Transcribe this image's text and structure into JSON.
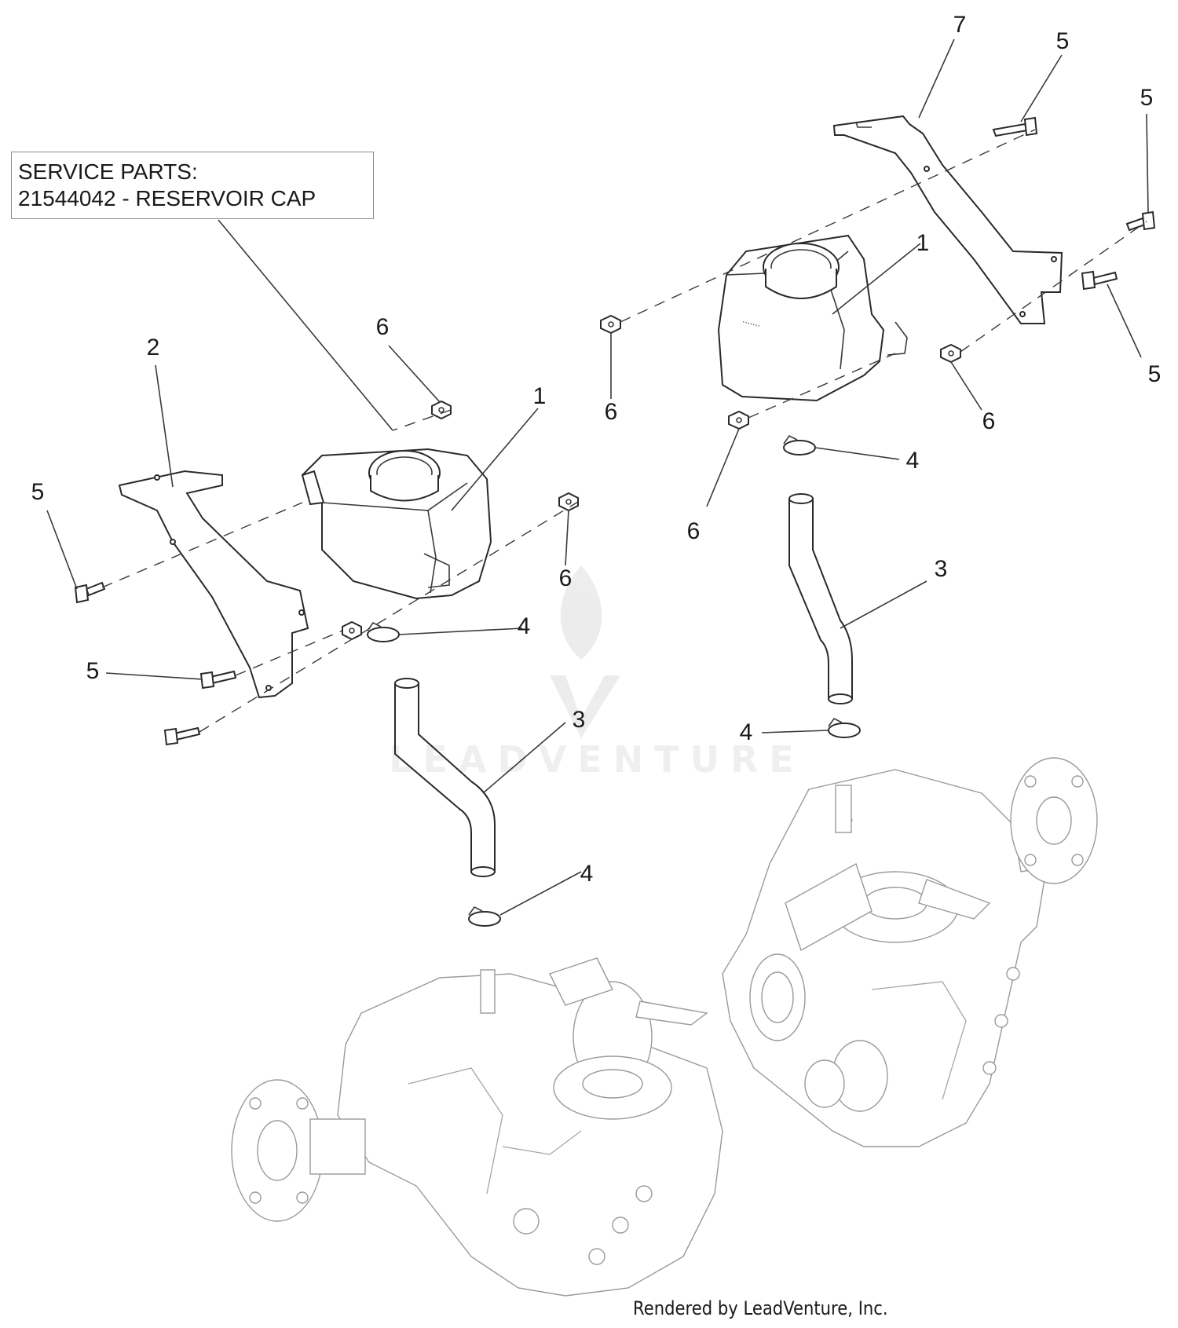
{
  "note": {
    "line1": "SERVICE PARTS:",
    "line2": "21544042 - RESERVOIR CAP"
  },
  "callouts": {
    "c7": "7",
    "c5_top": "5",
    "c5_right_upper": "5",
    "c5_right_lower": "5",
    "c1_right": "1",
    "c6_right_top": "6",
    "c6_right_nut": "6",
    "c6_right_lower": "6",
    "c4_right_upper": "4",
    "c3_right": "3",
    "c4_right_lower": "4",
    "c2": "2",
    "c6_left_top": "6",
    "c1_left": "1",
    "c5_left": "5",
    "c6_left_lower": "6",
    "c4_left_upper": "4",
    "c5_left_lower": "5",
    "c3_left": "3",
    "c4_left_lower": "4"
  },
  "watermark": {
    "text": "LEADVENTURE"
  },
  "footer": {
    "rendered_by": "Rendered by LeadVenture, Inc."
  }
}
